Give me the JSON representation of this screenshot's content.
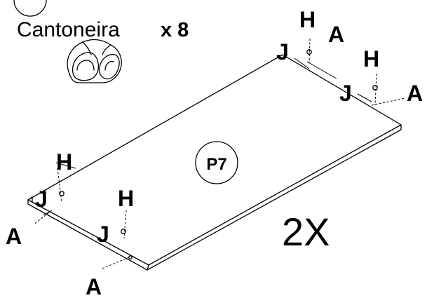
{
  "part_header": {
    "name": "Cantoneira",
    "quantity": "x 8"
  },
  "panel": {
    "code": "P7",
    "multiplier": "2X"
  },
  "letters": {
    "H": "H",
    "A": "A",
    "J": "J"
  }
}
